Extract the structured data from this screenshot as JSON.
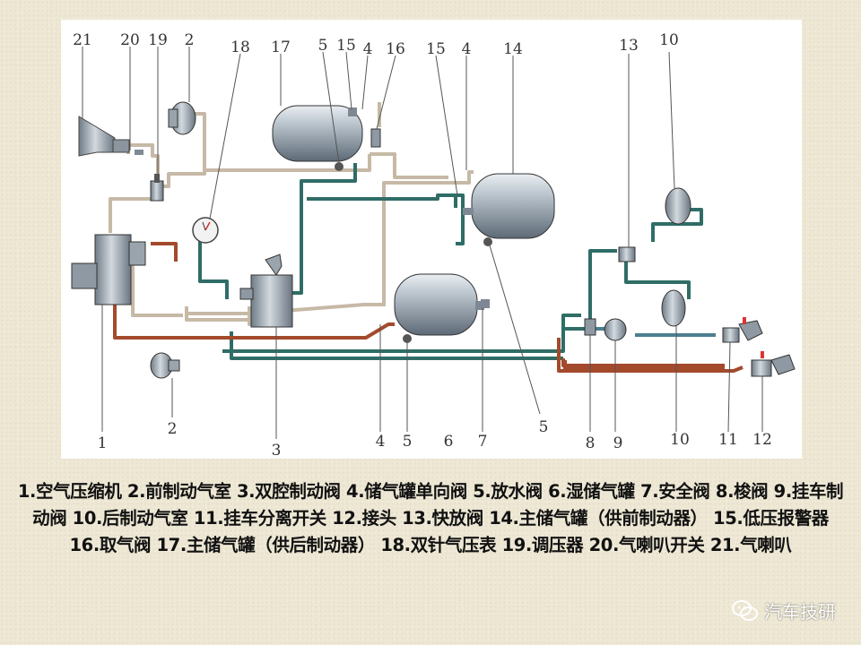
{
  "diagram": {
    "labels": {
      "n1": "1",
      "n2_top": "2",
      "n2_bottom": "2",
      "n3": "3",
      "n4_top_left": "4",
      "n4_top_right": "4",
      "n4_bottom": "4",
      "n5_top": "5",
      "n5_bottom": "5",
      "n5_bottom_right": "5",
      "n6": "6",
      "n7": "7",
      "n8": "8",
      "n9": "9",
      "n10_top": "10",
      "n10_bottom": "10",
      "n11": "11",
      "n12": "12",
      "n13": "13",
      "n14": "14",
      "n15_top_left": "15",
      "n15_top_right": "15",
      "n16": "16",
      "n17": "17",
      "n18": "18",
      "n19": "19",
      "n20": "20",
      "n21": "21"
    },
    "pipe_colors": {
      "supply": "#c6b9a6",
      "front_circuit": "#2f6d66",
      "rear_circuit": "#a34a2c",
      "trailer": "#4b7f8f"
    }
  },
  "caption": "1.空气压缩机 2.前制动气室 3.双腔制动阀 4.储气罐单向阀 5.放水阀 6.湿储气罐 7.安全阀 8.梭阀 9.挂车制动阀 10.后制动气室 11.挂车分离开关 12.接头 13.快放阀 14.主储气罐（供前制动器） 15.低压报警器 16.取气阀 17.主储气罐（供后制动器） 18.双针气压表 19.调压器 20.气喇叭开关 21.气喇叭",
  "watermark": {
    "text": "汽车技研",
    "icon": "wechat-icon"
  }
}
